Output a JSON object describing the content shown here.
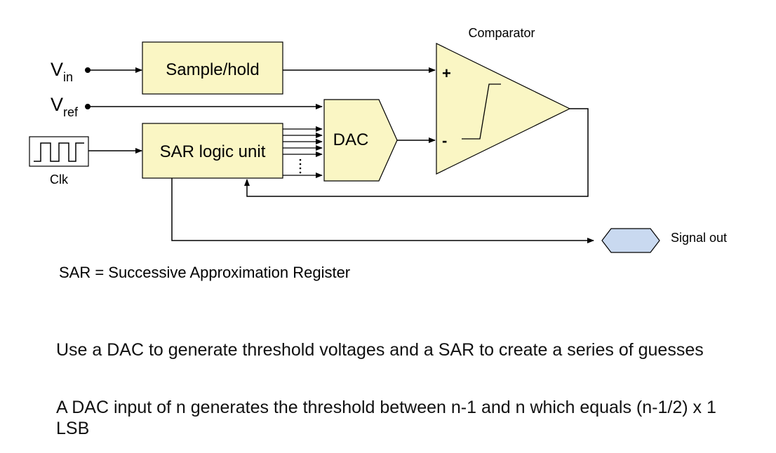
{
  "diagram": {
    "inputs": {
      "vin_main": "V",
      "vin_sub": "in",
      "vref_main": "V",
      "vref_sub": "ref"
    },
    "blocks": {
      "sample_hold": "Sample/hold",
      "sar_logic": "SAR logic unit",
      "dac": "DAC",
      "comparator_title": "Comparator",
      "comparator_plus": "+",
      "comparator_minus": "-"
    },
    "clock_label": "Clk",
    "output_label": "Signal out",
    "caption": "SAR = Successive Approximation Register",
    "colors": {
      "block_fill": "#FAF6C4",
      "output_fill": "#C9D9F0",
      "line": "#000000"
    }
  },
  "notes": [
    "Use a DAC to generate threshold voltages and a SAR to create a series of guesses",
    "A DAC input of n generates the threshold between n-1 and n which equals (n-1/2) x 1 LSB"
  ]
}
